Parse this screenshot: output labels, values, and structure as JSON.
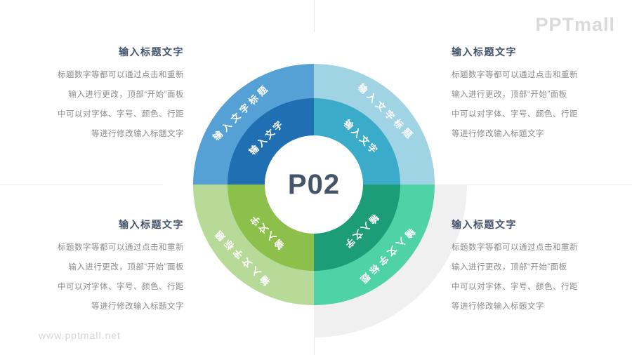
{
  "page": {
    "background": "#FFFFFF"
  },
  "logo": {
    "text": "PPTmall",
    "color": "#DADADA"
  },
  "watermark": {
    "text": "www.pptmall.net",
    "color": "#D6D6D6"
  },
  "center": {
    "label": "P02",
    "color": "#44546A"
  },
  "guides": {
    "line_color": "#E9E9E9"
  },
  "shadow_quarter": {
    "color": "#F0F0F0"
  },
  "diagram": {
    "label_color": "#FFFFFF",
    "quadrants": [
      {
        "id": "top-left",
        "outer_label": "输入文字标题",
        "inner_label": "输入文字",
        "outer_color": "#55A1D6",
        "inner_color": "#1F6FB2"
      },
      {
        "id": "top-right",
        "outer_label": "输入文字标题",
        "inner_label": "输入文字",
        "outer_color": "#A0D4E4",
        "inner_color": "#3AACC9"
      },
      {
        "id": "bottom-right",
        "outer_label": "输入文字标题",
        "inner_label": "输入文字",
        "outer_color": "#50D2A7",
        "inner_color": "#1C9D77"
      },
      {
        "id": "bottom-left",
        "outer_label": "输入文字标题",
        "inner_label": "输入文字",
        "outer_color": "#B7DA99",
        "inner_color": "#8CC04A"
      }
    ]
  },
  "text_colors": {
    "title": "#44546A",
    "body": "#8A8A8A"
  },
  "blocks": [
    {
      "position": "top-left",
      "title": "输入标题文字",
      "body_lines": [
        "标题数字等都可以通过点击和重新",
        "输入进行更改，顶部“开始”面板",
        "中可以对字体、字号、颜色、行距",
        "等进行修改输入标题文字"
      ]
    },
    {
      "position": "top-right",
      "title": "输入标题文字",
      "body_lines": [
        "标题数字等都可以通过点击和重新",
        "输入进行更改，顶部“开始”面板",
        "中可以对字体、字号、颜色、行距",
        "等进行修改输入标题文字"
      ]
    },
    {
      "position": "bottom-left",
      "title": "输入标题文字",
      "body_lines": [
        "标题数字等都可以通过点击和重新",
        "输入进行更改，顶部“开始”面板",
        "中可以对字体、字号、颜色、行距",
        "等进行修改输入标题文字"
      ]
    },
    {
      "position": "bottom-right",
      "title": "输入标题文字",
      "body_lines": [
        "标题数字等都可以通过点击和重新",
        "输入进行更改，顶部“开始”面板",
        "中可以对字体、字号、颜色、行距",
        "等进行修改输入标题文字"
      ]
    }
  ]
}
